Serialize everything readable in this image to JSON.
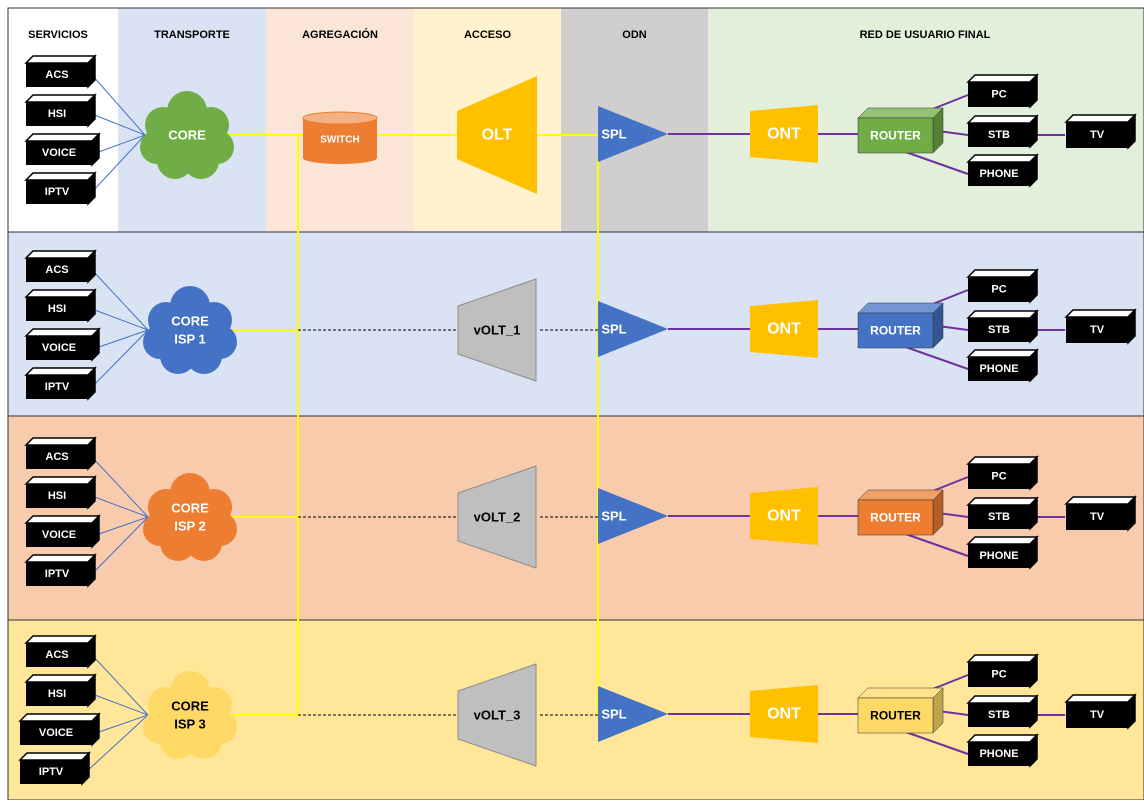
{
  "columns": [
    "SERVICIOS",
    "TRANSPORTE",
    "AGREGACIÓN",
    "ACCESO",
    "ODN",
    "RED DE USUARIO FINAL"
  ],
  "services": [
    "ACS",
    "HSI",
    "VOICE",
    "IPTV"
  ],
  "user_devices": [
    "PC",
    "STB",
    "PHONE",
    "TV"
  ],
  "rows": [
    {
      "core": [
        "CORE"
      ],
      "olt": "OLT",
      "switch": "SWITCH",
      "spl": "SPL",
      "ont": "ONT",
      "router": "ROUTER",
      "color": "#70ad47"
    },
    {
      "core": [
        "CORE",
        "ISP 1"
      ],
      "olt": "vOLT_1",
      "spl": "SPL",
      "ont": "ONT",
      "router": "ROUTER",
      "color": "#4472c4"
    },
    {
      "core": [
        "CORE",
        "ISP 2"
      ],
      "olt": "vOLT_2",
      "spl": "SPL",
      "ont": "ONT",
      "router": "ROUTER",
      "color": "#ed7d31"
    },
    {
      "core": [
        "CORE",
        "ISP 3"
      ],
      "olt": "vOLT_3",
      "spl": "SPL",
      "ont": "ONT",
      "router": "ROUTER",
      "color": "#ffd966"
    }
  ],
  "colors": {
    "servicios_bg": "#ffffff",
    "transporte_bg": "#dae3f3",
    "agregacion_bg": "#fbe5d6",
    "acceso_bg": "#fff2cc",
    "odn_bg": "#d0cece",
    "usuario_bg": "#e2efda",
    "isp1_band": "#dae3f3",
    "isp2_band": "#f8cbad",
    "isp3_band": "#ffe699",
    "fiber": "#ffff00",
    "service_link": "#4472c4",
    "user_link": "#7030a0",
    "spl": "#4472c4",
    "ont": "#ffc000",
    "vlolt": "#bfbfbf",
    "switch": "#ed7d31"
  }
}
